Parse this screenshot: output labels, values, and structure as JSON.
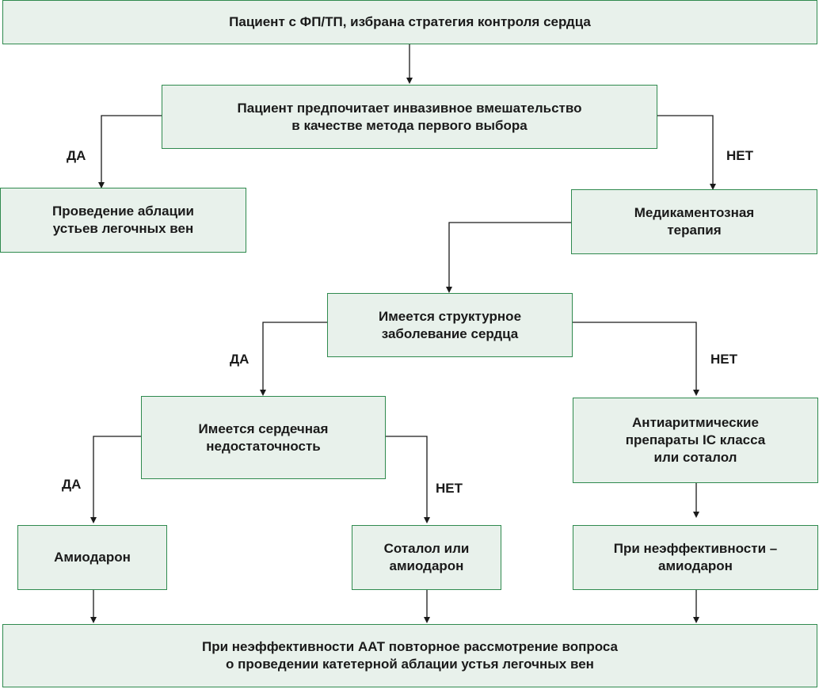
{
  "nodes": {
    "start": [
      "Пациент с ФП/ТП, избрана стратегия контроля сердца"
    ],
    "invasive_pref": [
      "Пациент предпочитает инвазивное вмешательство",
      "в качестве метода первого выбора"
    ],
    "ablation": [
      "Проведение аблации",
      "устьев легочных вен"
    ],
    "drug_therapy": [
      "Медикаментозная",
      "терапия"
    ],
    "structural": [
      "Имеется структурное",
      "заболевание сердца"
    ],
    "heart_failure": [
      "Имеется сердечная",
      "недостаточность"
    ],
    "antiarrhythmic": [
      "Антиаритмические",
      "препараты IC класса",
      "или соталол"
    ],
    "amiodarone": [
      "Амиодарон"
    ],
    "sotalol_amio": [
      "Соталол или",
      "амиодарон"
    ],
    "ineffective_amio": [
      "При неэффективности –",
      "амиодарон"
    ],
    "final": [
      "При неэффективности ААТ повторное рассмотрение вопроса",
      "о проведении катетерной аблации устья легочных вен"
    ]
  },
  "labels": {
    "yes": "ДА",
    "no": "НЕТ"
  }
}
